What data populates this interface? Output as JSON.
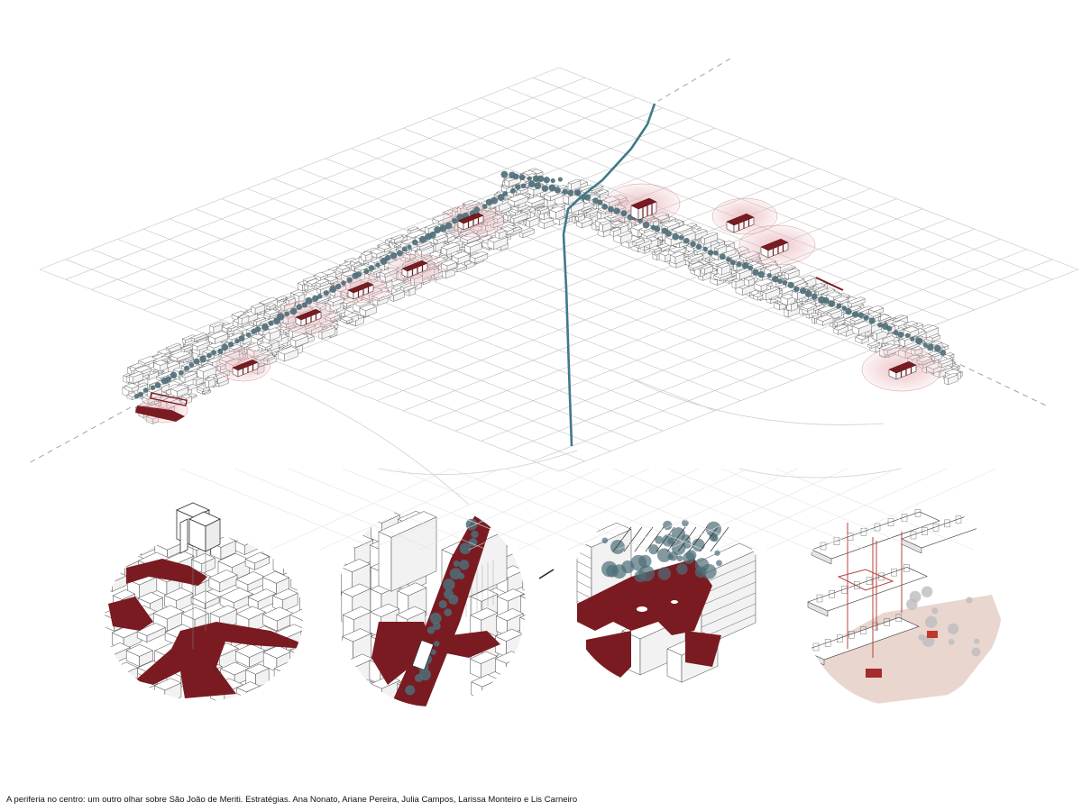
{
  "caption": "A periferia no centro: um outro olhar sobre São João de Meriti. Estratégias. Ana Nonato, Ariane Pereira, Julia Campos, Larissa Monteiro e Lis Carneiro",
  "colors": {
    "accent_red": "#7a1b22",
    "highlight_pink": "#e9b8bd",
    "tree_teal": "#4d6d78",
    "river_blue": "#3f7a8a",
    "line_gray": "#bdbdbd",
    "building_outline": "#555555",
    "interior_floor": "#e8d6cf"
  },
  "strategies": [
    {
      "id": "1",
      "scene": "building-blocks"
    },
    {
      "id": "2",
      "scene": "linear-street"
    },
    {
      "id": "3",
      "scene": "tree-canopy-plaza"
    },
    {
      "id": "4",
      "scene": "exploded-housing"
    }
  ]
}
